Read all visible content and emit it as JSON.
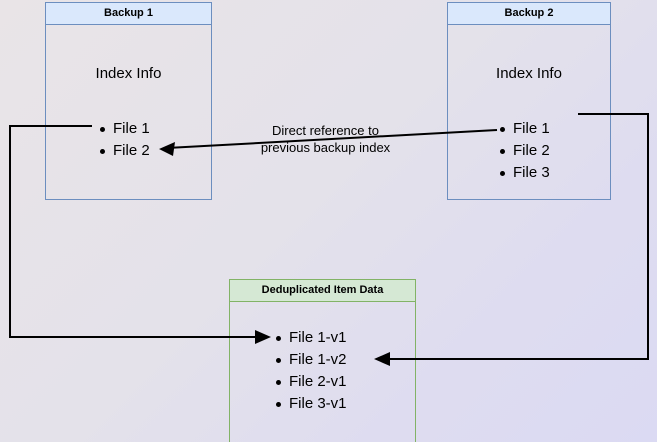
{
  "diagram": {
    "type": "backup-deduplication-flow",
    "background": {
      "gradient_from": "#e9e4e7",
      "gradient_to": "#dbdaf3"
    },
    "palette": {
      "blue_border": "#6c8ebf",
      "blue_fill": "#dae8fc",
      "green_border": "#82b366",
      "green_fill": "#d5e8d4",
      "edge": "#000000"
    },
    "nodes": [
      {
        "id": "backup1",
        "title": "Backup 1",
        "caption": "Index Info",
        "items": [
          "File 1",
          "File 2"
        ]
      },
      {
        "id": "backup2",
        "title": "Backup 2",
        "caption": "Index Info",
        "items": [
          "File 1",
          "File 2",
          "File 3"
        ]
      },
      {
        "id": "dedup",
        "title": "Deduplicated Item Data",
        "items": [
          "File 1-v1",
          "File 1-v2",
          "File 2-v1",
          "File 3-v1"
        ]
      }
    ],
    "labels": {
      "direct_reference_line1": "Direct reference to",
      "direct_reference_line2": "previous backup index"
    }
  }
}
